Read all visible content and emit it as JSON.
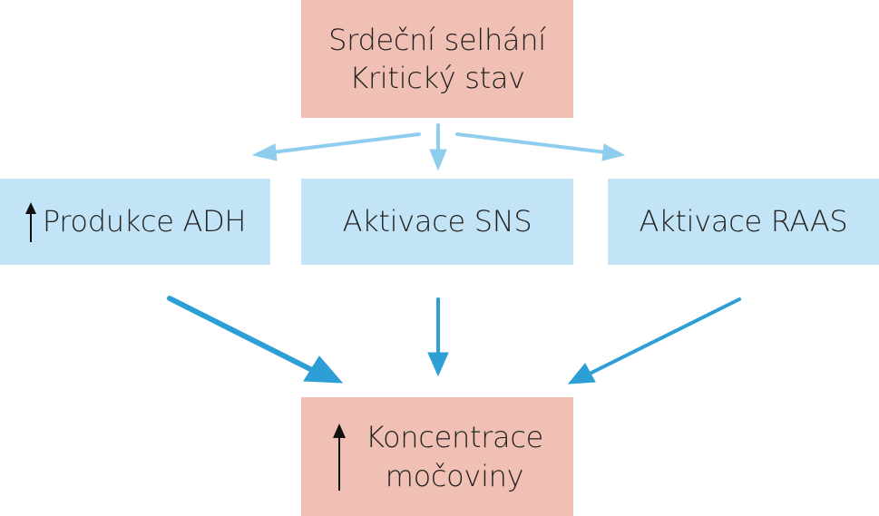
{
  "top_box": {
    "line1": "Srdeční selhání",
    "line2": "Kritický stav"
  },
  "middle_boxes": {
    "adh": "Produkce ADH",
    "sns": "Aktivace SNS",
    "raas": "Aktivace RAAS"
  },
  "bottom_box": {
    "line1": "Koncentrace",
    "line2": "močoviny"
  },
  "icons": {
    "increase_indicator": "up-arrow-icon"
  },
  "colors": {
    "pink_box": "#f0c0b4",
    "blue_box": "#c2e4f6",
    "light_arrow": "#8fcdef",
    "strong_arrow": "#2e9ed6",
    "text": "#222222"
  }
}
